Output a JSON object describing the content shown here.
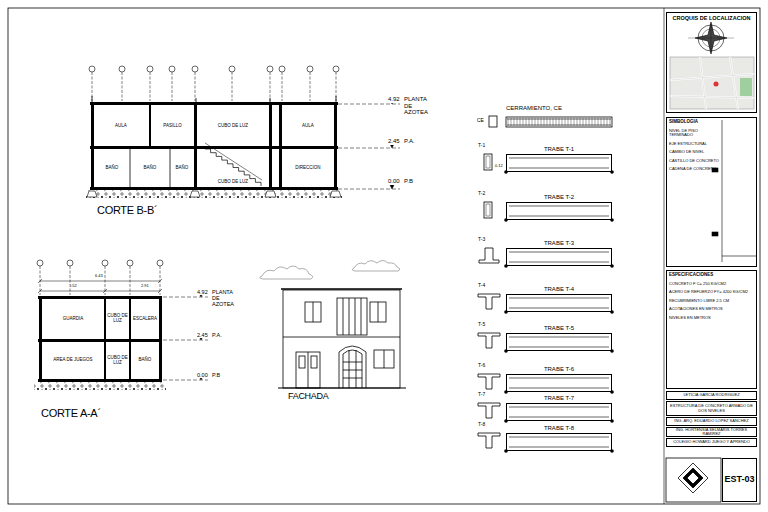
{
  "diagram": {
    "nodes": [
      {
        "text": [
          "AULA"
        ]
      },
      {
        "text": [
          "PASILLO"
        ]
      },
      {
        "text": [
          "CUBO DE LUZ"
        ]
      },
      {
        "text": [
          "AULA"
        ]
      },
      {
        "text": [
          "BAÑO"
        ]
      },
      {
        "text": [
          "BAÑO"
        ]
      },
      {
        "text": [
          "BAÑO"
        ]
      },
      {
        "text": [
          "CUBO DE LUZ"
        ]
      },
      {
        "text": [
          "DIRECCION"
        ]
      },
      {
        "text": [
          "GUARDIA"
        ]
      },
      {
        "text": [
          "CUBO DE LUZ"
        ]
      },
      {
        "text": [
          "ESCALERA"
        ]
      },
      {
        "text": [
          "AREA DE JUEGOS"
        ]
      },
      {
        "text": [
          "CUBO DE LUZ"
        ]
      },
      {
        "text": [
          "BAÑO"
        ]
      },
      {
        "text": [
          "CERRAMIENTO, CE"
        ]
      },
      {
        "text": [
          "TRABE T-1"
        ]
      },
      {
        "text": [
          "TRABE T-2"
        ]
      },
      {
        "text": [
          "TRABE T-3"
        ]
      },
      {
        "text": [
          "TRABE T-4"
        ]
      },
      {
        "text": [
          "TRABE T-5"
        ]
      },
      {
        "text": [
          "TRABE T-6"
        ]
      },
      {
        "text": [
          "TRABE T-7"
        ]
      },
      {
        "text": [
          "TRABE T-8"
        ]
      },
      {
        "text": [
          "CROQUIS DE LOCALIZACION"
        ]
      },
      {
        "text": [
          "SIMBOLOGIA",
          "NIVEL DE PISO TERMINADO",
          "EJE ESTRUCTURAL",
          "CAMBIO DE NIVEL",
          "CASTILLO DE CONCRETO",
          "CADENA DE CONCRETO"
        ]
      },
      {
        "text": [
          "ESPECIFICACIONES",
          "CONCRETO F´C= 250 KG/CM2",
          "ACERO DE REFUERZO FY= 4200 KG/CM2",
          "RECUBRIMIENTO LIBRE 2.5 CM",
          "ACOTACIONES EN METROS",
          "NIVELES EN METROS"
        ]
      },
      {
        "text": [
          "LETICIA GARCIA RODRIGUEZ"
        ]
      },
      {
        "text": [
          "ESTRUCTURA DE CONCRETO ARMADO DE DOS NIVELES"
        ]
      },
      {
        "text": [
          "ING. ARQ. EDUARDO LOPEZ SANCHEZ"
        ]
      },
      {
        "text": [
          "ING. HORTENSIA SELMARIS TORRES RAMIREZ"
        ]
      },
      {
        "text": [
          "COLEGIO HOWARD JUEGO Y APRENDO"
        ]
      },
      {
        "text": [
          "EST-03"
        ]
      }
    ],
    "labels": [
      "4.92",
      "PLANTA DE AZOTEA",
      "2.45",
      "P.A.",
      "0.00",
      "P.B",
      "CORTE B-B´",
      "4.92",
      "PLANTA DE AZOTEA",
      "2.45",
      "P.A.",
      "0.00",
      "P.B",
      "CORTE A-A´",
      "FACHADA",
      "6.43",
      "3.52",
      "2.91",
      "CE",
      "0.12",
      "T-1",
      "T-2",
      "T-3",
      "T-4",
      "T-5",
      "T-6",
      "T-7",
      "T-8"
    ]
  }
}
